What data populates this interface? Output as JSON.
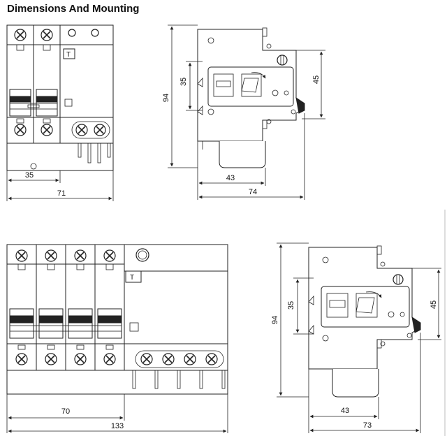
{
  "title": "Dimensions And Mounting",
  "top_front": {
    "dim_width_total": "71",
    "dim_width_poles": "35",
    "test_label": "T"
  },
  "top_side": {
    "dim_height": "94",
    "dim_rail": "35",
    "dim_front": "45",
    "dim_depth_front": "43",
    "dim_depth_total": "74"
  },
  "bottom_front": {
    "dim_width_total": "133",
    "dim_width_poles": "70",
    "test_label": "T"
  },
  "bottom_side": {
    "dim_height": "94",
    "dim_rail": "35",
    "dim_front": "45",
    "dim_depth_front": "43",
    "dim_depth_total": "73"
  }
}
